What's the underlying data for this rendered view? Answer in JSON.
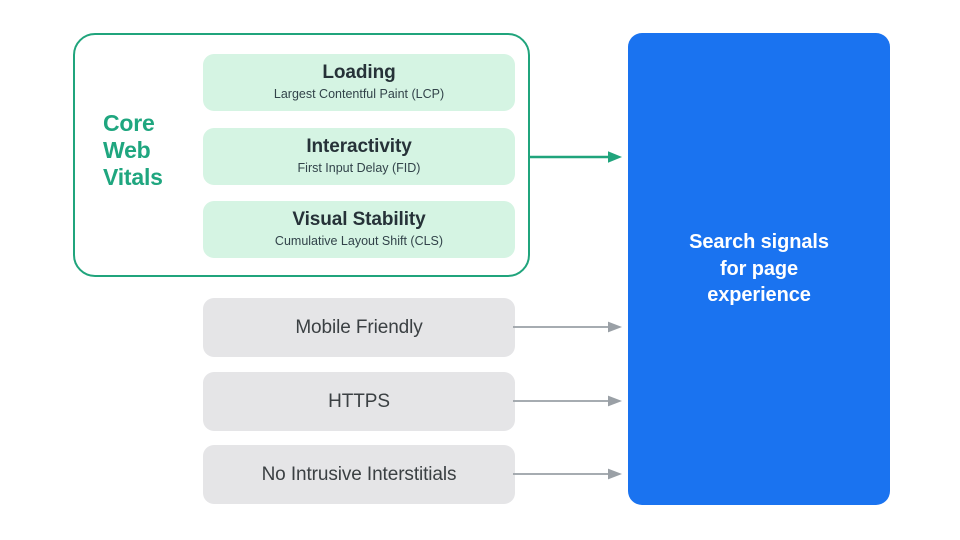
{
  "diagram": {
    "title_visible": false,
    "background_color": "#ffffff",
    "group": {
      "label_lines": [
        "Core",
        "Web",
        "Vitals"
      ],
      "border_color": "#20a47c",
      "label_color": "#1fa67f"
    },
    "metrics": [
      {
        "title": "Loading",
        "subtitle": "Largest Contentful Paint (LCP)",
        "fill": "#d5f4e3"
      },
      {
        "title": "Interactivity",
        "subtitle": "First Input Delay (FID)",
        "fill": "#d5f4e3"
      },
      {
        "title": "Visual Stability",
        "subtitle": "Cumulative Layout Shift (CLS)",
        "fill": "#d5f4e3"
      }
    ],
    "signals": [
      {
        "label": "Mobile Friendly",
        "fill": "#e5e5e7"
      },
      {
        "label": "HTTPS",
        "fill": "#e5e5e7"
      },
      {
        "label": "No Intrusive Interstitials",
        "fill": "#e5e5e7"
      }
    ],
    "arrows": [
      {
        "name": "core-web-vitals-arrow",
        "color": "#20a47c"
      },
      {
        "name": "mobile-friendly-arrow",
        "color": "#9aa0a6"
      },
      {
        "name": "https-arrow",
        "color": "#9aa0a6"
      },
      {
        "name": "no-intrusive-interstitials-arrow",
        "color": "#9aa0a6"
      }
    ],
    "outcome": {
      "lines": [
        "Search signals",
        "for page",
        "experience"
      ],
      "fill": "#1a73f0",
      "text_color": "#ffffff"
    }
  }
}
